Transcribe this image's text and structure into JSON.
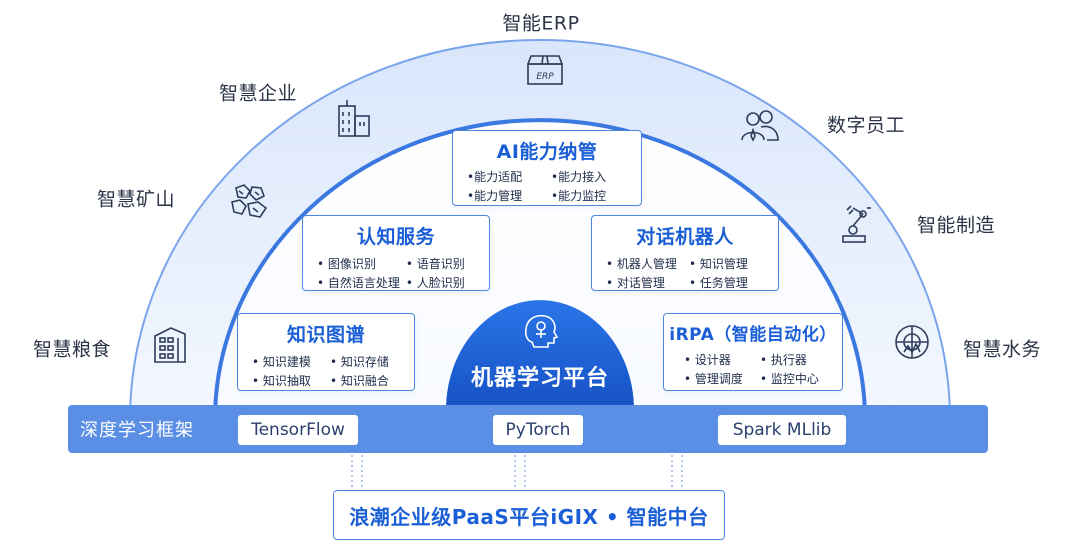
{
  "outer_ring": {
    "items": [
      {
        "label": "智能ERP",
        "icon": "erp-box-icon"
      },
      {
        "label": "智慧企业",
        "icon": "building-icon"
      },
      {
        "label": "数字员工",
        "icon": "people-icon"
      },
      {
        "label": "智慧矿山",
        "icon": "mine-ore-icon"
      },
      {
        "label": "智能制造",
        "icon": "robot-arm-icon"
      },
      {
        "label": "智慧粮食",
        "icon": "granary-icon"
      },
      {
        "label": "智慧水务",
        "icon": "water-treatment-icon"
      }
    ],
    "erp_icon_text": "ERP"
  },
  "capabilities": {
    "ai_management": {
      "title": "AI能力纳管",
      "items": [
        "•能力适配",
        "•能力接入",
        "•能力管理",
        "•能力监控"
      ]
    },
    "cognitive_service": {
      "title": "认知服务",
      "items": [
        "• 图像识别",
        "• 语音识别",
        "• 自然语言处理",
        "• 人脸识别"
      ]
    },
    "dialog_robot": {
      "title": "对话机器人",
      "items": [
        "• 机器人管理",
        "• 知识管理",
        "• 对话管理",
        "• 任务管理"
      ]
    },
    "knowledge_graph": {
      "title": "知识图谱",
      "items": [
        "• 知识建模",
        "• 知识存储",
        "• 知识抽取",
        "• 知识融合"
      ]
    },
    "irpa": {
      "title": "iRPA（智能自动化）",
      "items": [
        "• 设计器",
        "• 执行器",
        "• 管理调度",
        "• 监控中心"
      ]
    }
  },
  "center": {
    "title": "机器学习平台",
    "icon": "ai-head-icon"
  },
  "framework": {
    "label": "深度学习框架",
    "items": [
      "TensorFlow",
      "PyTorch",
      "Spark MLlib"
    ]
  },
  "platform": {
    "title": "浪潮企业级PaaS平台iGIX • 智能中台"
  },
  "colors": {
    "primary_blue": "#1b5fd6",
    "bar_blue": "#5b8fe6",
    "center_blue": "#1a5fd4",
    "outer_band": "#e8f0fc"
  }
}
